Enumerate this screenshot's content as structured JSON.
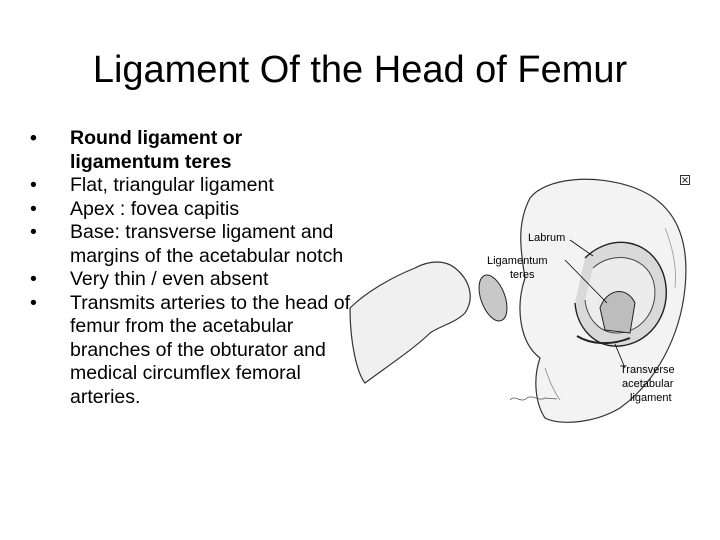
{
  "slide": {
    "title": "Ligament Of the Head of Femur",
    "bullets": [
      {
        "text": "Round ligament or ligamentum teres",
        "bold": true
      },
      {
        "text": "Flat, triangular ligament",
        "bold": false
      },
      {
        "text": "Apex : fovea capitis",
        "bold": false
      },
      {
        "text": "Base: transverse ligament and margins of the acetabular notch",
        "bold": false
      },
      {
        "text": "Very thin / even absent",
        "bold": false
      },
      {
        "text": "Transmits arteries to the head of femur from the acetabular branches of the obturator and medical circumflex femoral arteries.",
        "bold": false
      }
    ]
  },
  "figure": {
    "labels": {
      "labrum": "Labrum",
      "ligamentum_1": "Ligamentum",
      "ligamentum_2": "teres",
      "transverse_1": "Transverse",
      "transverse_2": "acetabular",
      "transverse_3": "ligament"
    },
    "close_icon": "close-icon"
  }
}
